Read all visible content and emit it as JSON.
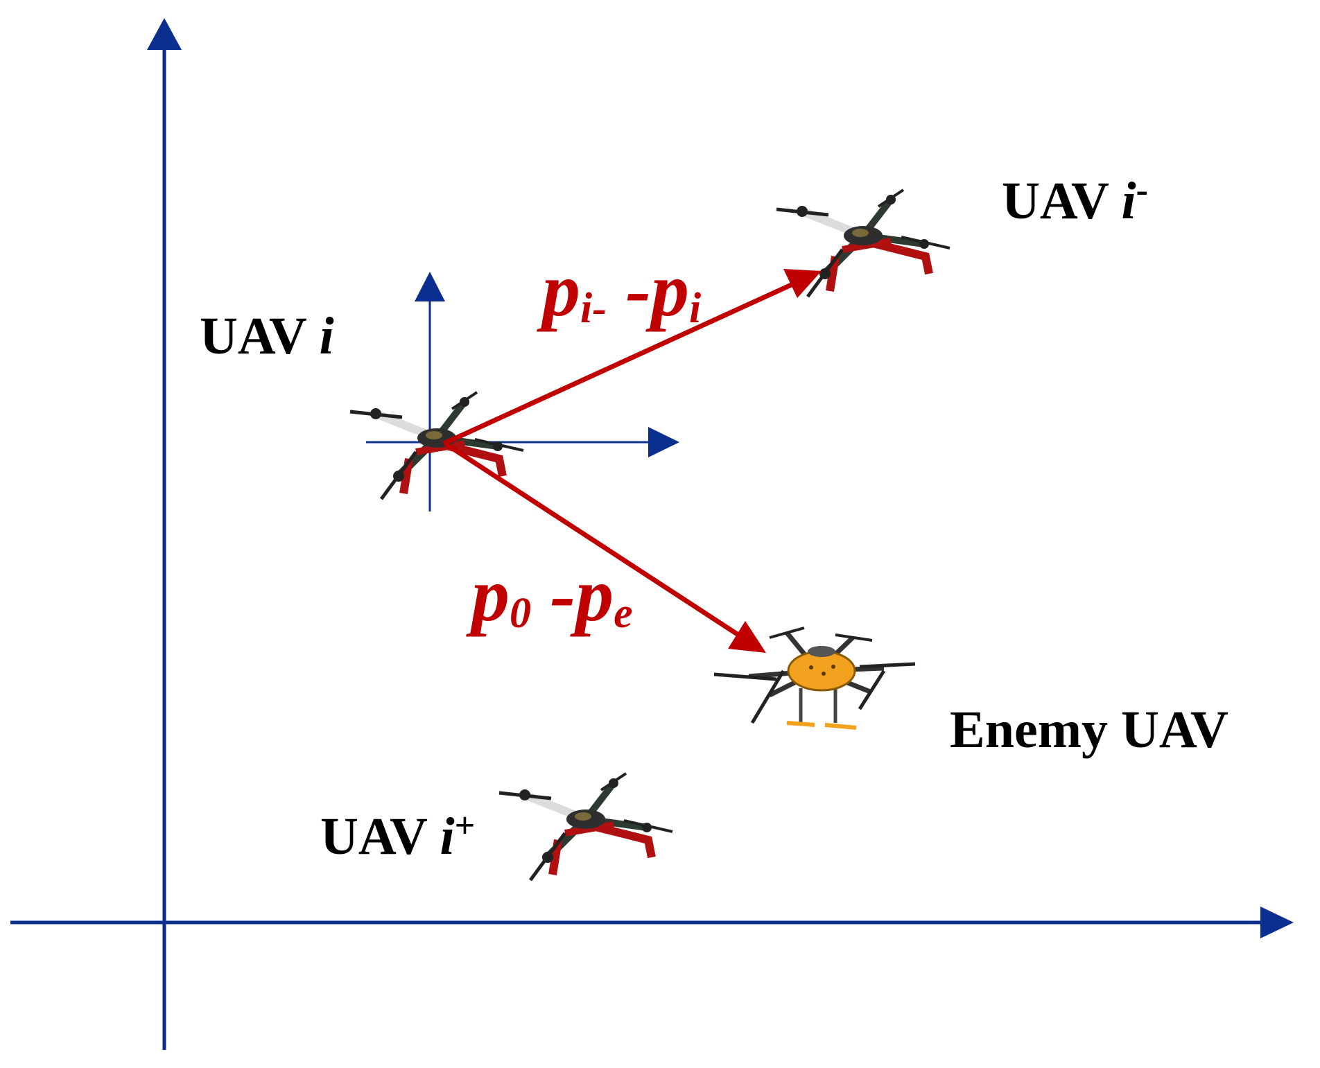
{
  "colors": {
    "axis": "#0b2f8f",
    "vector": "#c00000",
    "text": "#000000",
    "drone_frame": "#b01010",
    "drone_arm": "#2c3a30",
    "drone_body": "#cfcfcf",
    "enemy_body": "#f2a21e",
    "prop": "#222222"
  },
  "labels": {
    "uav_i": {
      "prefix": "UAV ",
      "var": "i"
    },
    "uav_i_minus": {
      "prefix": "UAV ",
      "var": "i",
      "sup": "-"
    },
    "uav_i_plus": {
      "prefix": "UAV ",
      "var": "i",
      "sup": "+"
    },
    "enemy": "Enemy UAV"
  },
  "vectors": {
    "to_neighbor": {
      "p1": "p",
      "s1": "i-",
      "op": " -",
      "p2": "p",
      "s2": "i"
    },
    "to_enemy": {
      "p1": "p",
      "s1": "0",
      "op": " -",
      "p2": "p",
      "s2": "e"
    }
  },
  "icons": {
    "main_axes": "coordinate-axes",
    "local_axes": "local-coordinate-axes",
    "friendly_drone": "quadcopter-icon",
    "enemy_drone": "hexacopter-icon"
  }
}
